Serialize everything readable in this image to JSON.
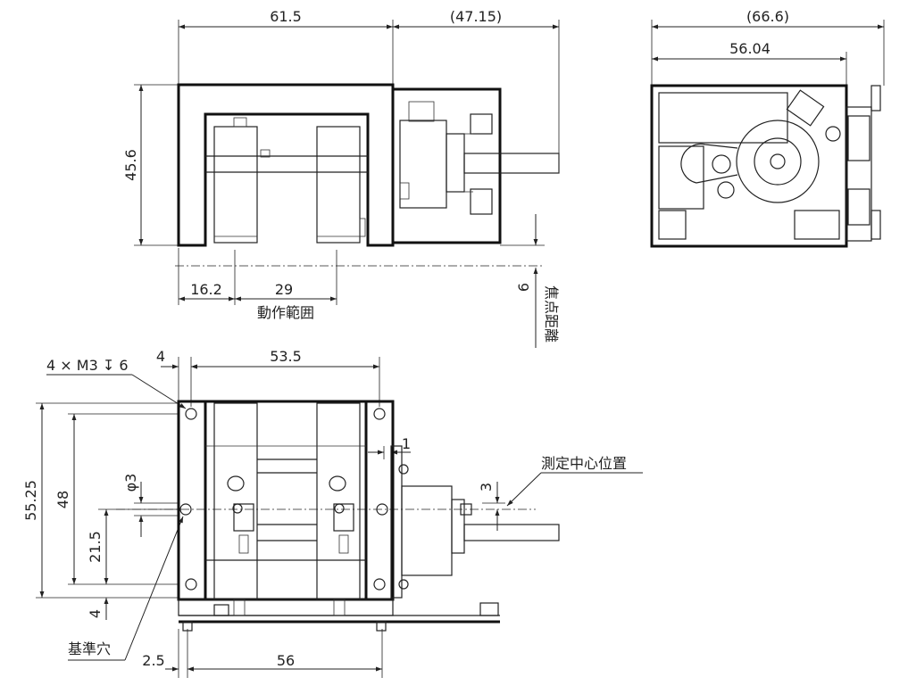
{
  "top_view": {
    "width_left": "61.5",
    "width_right": "(47.15)",
    "height": "45.6",
    "offset_a": "16.2",
    "offset_b": "29",
    "travel_label": "動作範囲",
    "focus_offset": "6",
    "focus_label": "焦点距離"
  },
  "side_view": {
    "overall_width": "(66.6)",
    "width": "56.04"
  },
  "front_view": {
    "screw_note": "4 × M3 ↧ 6",
    "edge_offset": "4",
    "hole_pitch_x": "53.5",
    "overall_height": "55.25",
    "hole_pitch_y": "48",
    "ref_hole_dia": "φ3",
    "ref_hole_height": "21.5",
    "bottom_offset": "4",
    "step": "1",
    "center_offset": "3",
    "center_label": "測定中心位置",
    "ref_hole_label": "基準穴",
    "base_offset": "2.5",
    "base_width": "56"
  }
}
